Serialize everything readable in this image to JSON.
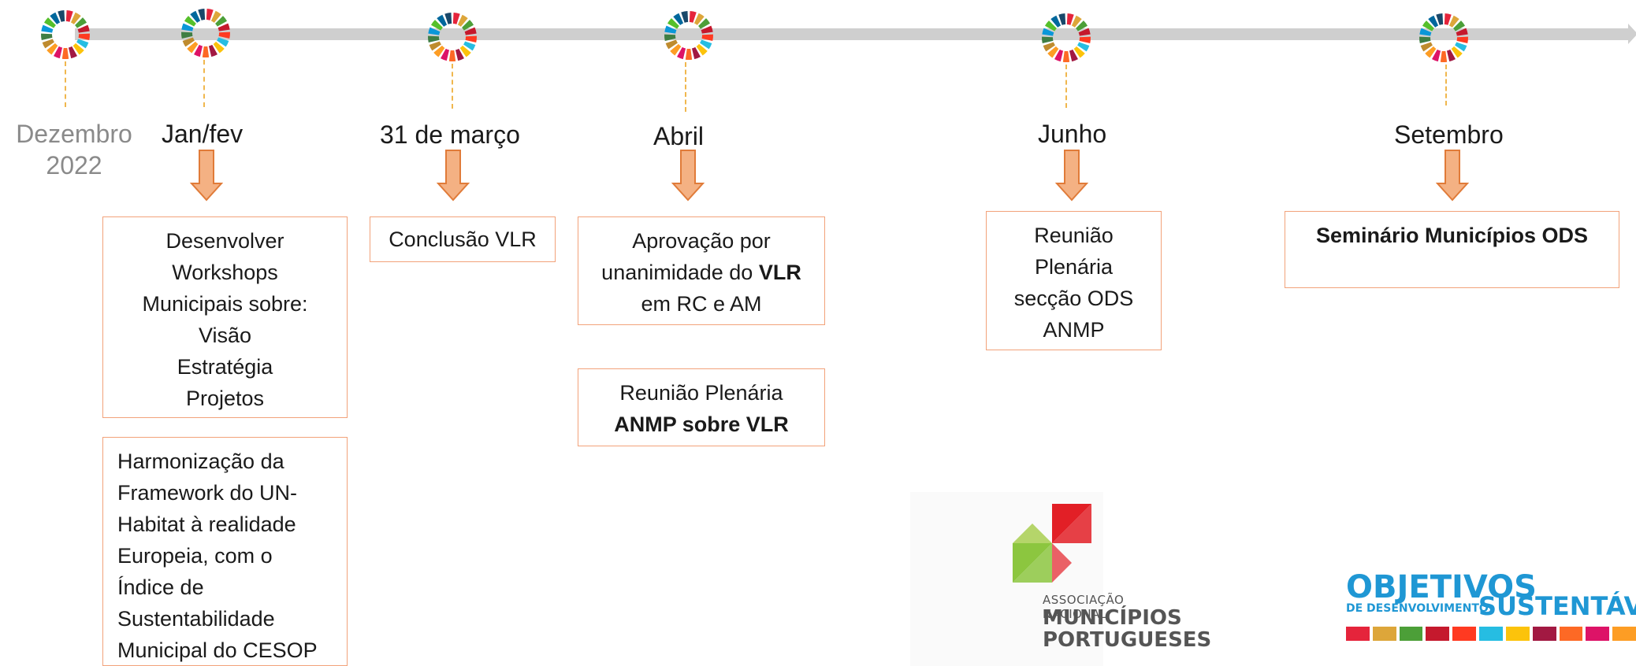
{
  "milestones": [
    {
      "date_line1": "Dezembro",
      "date_line2": "2022"
    },
    {
      "date": "Jan/fev"
    },
    {
      "date": "31 de março"
    },
    {
      "date": "Abril"
    },
    {
      "date": "Junho"
    },
    {
      "date": "Setembro"
    }
  ],
  "boxes": {
    "janfev_workshops": [
      "Desenvolver",
      "Workshops",
      "Municipais sobre:",
      "Visão",
      "Estratégia",
      "Projetos"
    ],
    "janfev_harmonizacao": [
      "Harmonização da",
      "Framework do UN-",
      "Habitat à realidade",
      "Europeia, com o",
      "Índice de",
      "Sustentabilidade",
      "Municipal do CESOP"
    ],
    "marco_conclusao": "Conclusão VLR",
    "abril_aprovacao": {
      "line1": "Aprovação por",
      "line2_pre": "unanimidade do ",
      "line2_bold": "VLR",
      "line3": "em RC e AM"
    },
    "abril_reuniao": {
      "line1": "Reunião Plenária",
      "line2_bold": "ANMP sobre VLR"
    },
    "junho_reuniao": [
      "Reunião",
      "Plenária",
      "secção ODS",
      "ANMP"
    ],
    "setembro_seminario": "Seminário Municípios ODS"
  },
  "logos": {
    "anmp": {
      "line1": "ASSOCIAÇÃO NACIONAL",
      "line2": "MUNICÍPIOS",
      "line3": "PORTUGUESES"
    },
    "ods": {
      "line1": "OBJETIVOS",
      "line2_small": "DE DESENVOLVIMENTO",
      "line2_big": "SUSTENTÁV"
    }
  },
  "colors": {
    "arrow_fill": "#f4b183",
    "arrow_stroke": "#e07b39",
    "box_border": "#f2a27a",
    "timeline": "#cfcfcf",
    "sdg_wheel": [
      "#e5243b",
      "#dda63a",
      "#4c9f38",
      "#c5192d",
      "#ff3a21",
      "#26bde2",
      "#fcc30b",
      "#a21942",
      "#fd6925",
      "#dd1367",
      "#fd9d24",
      "#bf8b2e",
      "#3f7e44",
      "#0a97d9",
      "#56c02b",
      "#00689d",
      "#19486a"
    ]
  }
}
